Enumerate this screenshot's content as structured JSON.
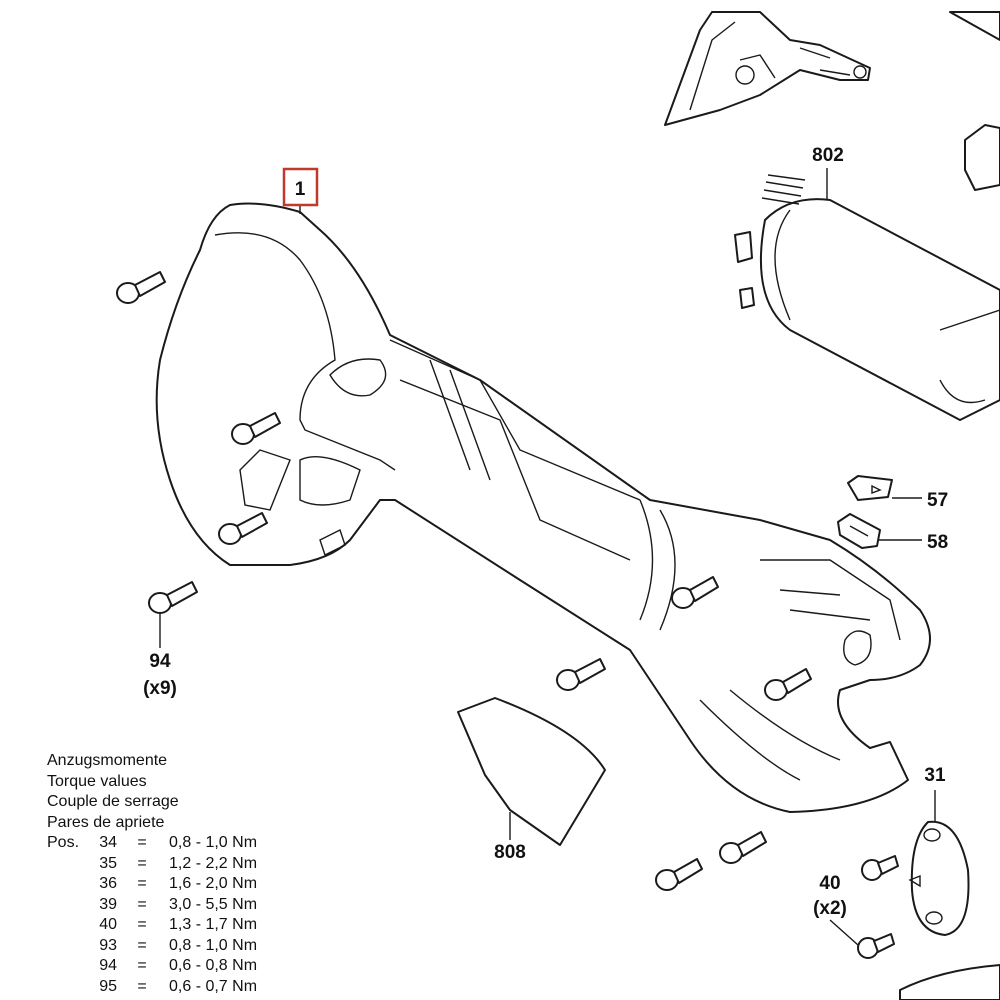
{
  "callouts": {
    "housing": "1",
    "motor": "802",
    "switch_part_a": "57",
    "switch_part_b": "58",
    "screws": "94",
    "screws_qty": "(x9)",
    "plate": "808",
    "cover": "31",
    "cover_screws": "40",
    "cover_screws_qty": "(x2)"
  },
  "torque_table": {
    "headings": [
      "Anzugsmomente",
      "Torque values",
      "Couple de serrage",
      "Pares de apriete"
    ],
    "pos_label": "Pos.",
    "rows": [
      {
        "pos": "34",
        "eq": "=",
        "value": "0,8 - 1,0 Nm"
      },
      {
        "pos": "35",
        "eq": "=",
        "value": "1,2 - 2,2 Nm"
      },
      {
        "pos": "36",
        "eq": "=",
        "value": "1,6 - 2,0 Nm"
      },
      {
        "pos": "39",
        "eq": "=",
        "value": "3,0 - 5,5 Nm"
      },
      {
        "pos": "40",
        "eq": "=",
        "value": "1,3 - 1,7 Nm"
      },
      {
        "pos": "93",
        "eq": "=",
        "value": "0,8 - 1,0 Nm"
      },
      {
        "pos": "94",
        "eq": "=",
        "value": "0,6 - 0,8 Nm"
      },
      {
        "pos": "95",
        "eq": "=",
        "value": "0,6 - 0,7 Nm"
      }
    ]
  },
  "colors": {
    "highlight": "#c0392b",
    "line": "#1a1a1a",
    "background": "#ffffff"
  }
}
